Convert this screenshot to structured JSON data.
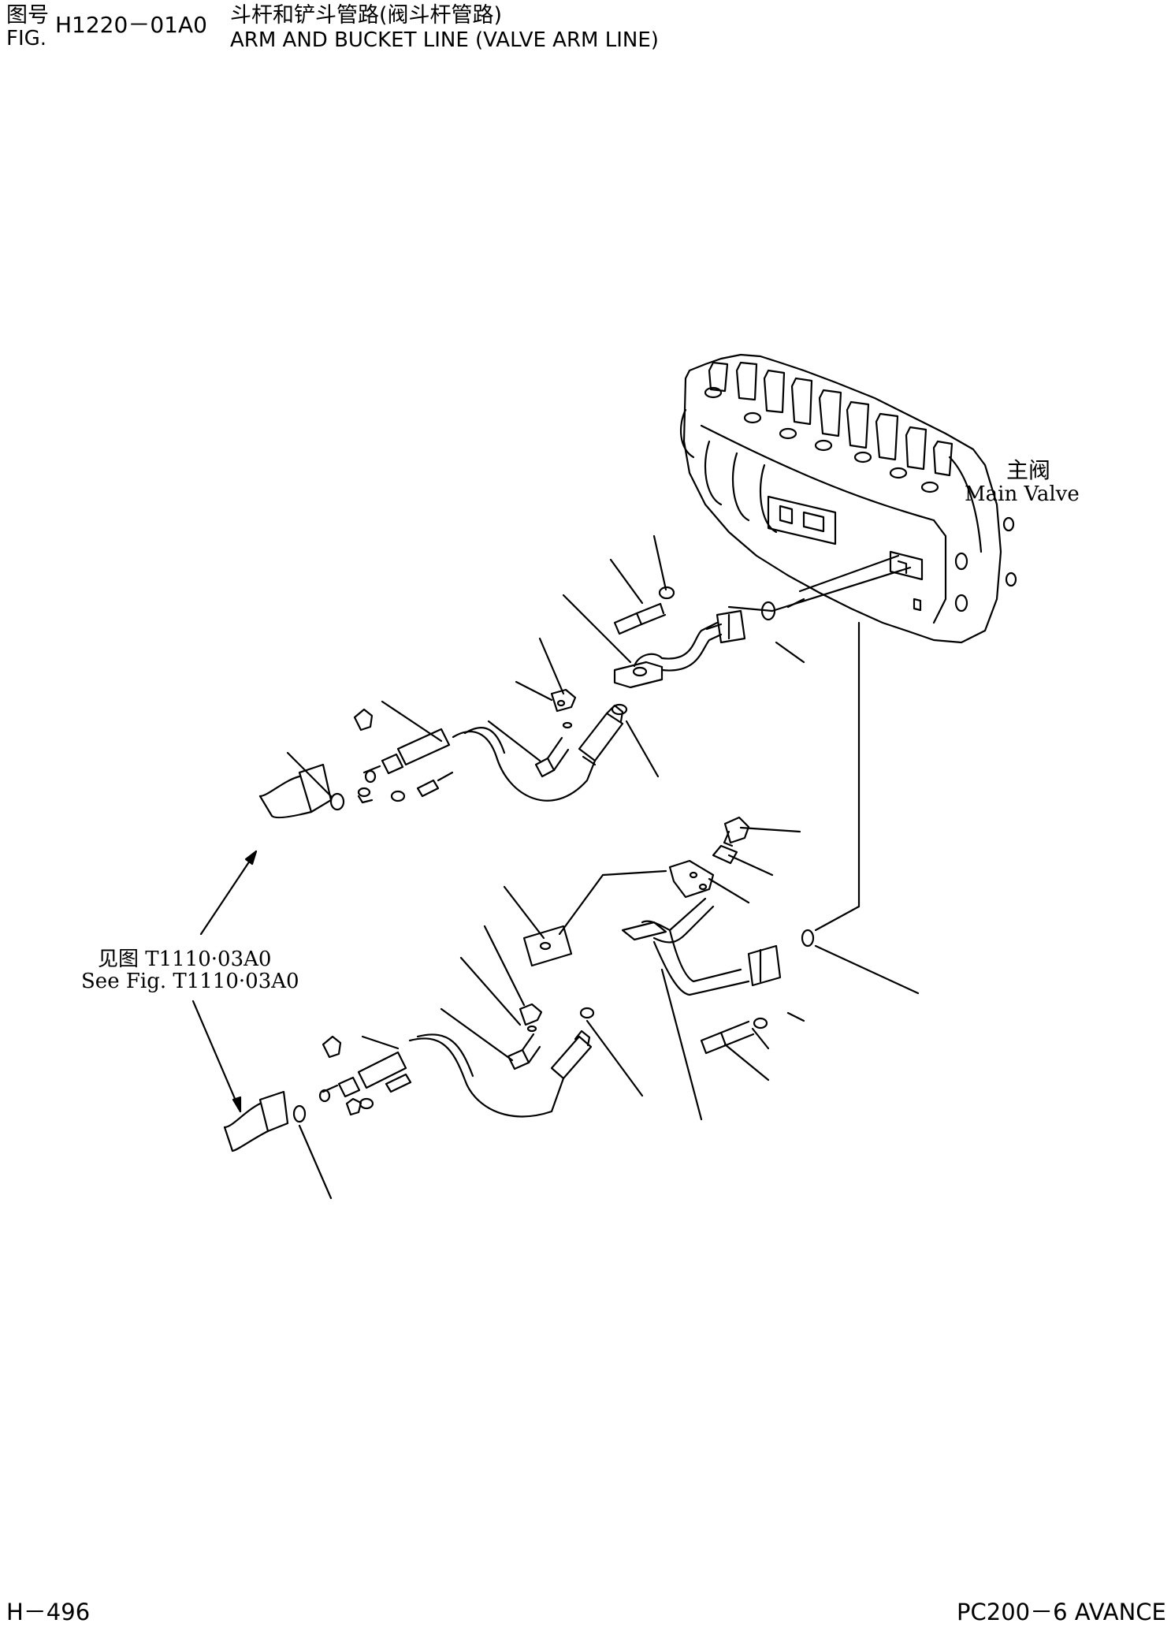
{
  "header": {
    "fig_cn": "图号",
    "fig_en": "FIG.",
    "fig_number": "H1220－01A0",
    "title_cn": "斗杆和铲斗管路(阀斗杆管路)",
    "title_en": "ARM AND BUCKET LINE (VALVE ARM LINE)"
  },
  "labels": {
    "main_valve_cn": "主阀",
    "main_valve_en": "Main Valve",
    "see_fig_cn": "见图 T1110·03A0",
    "see_fig_en": "See Fig. T1110·03A0"
  },
  "footer": {
    "page": "H－496",
    "model": "PC200－6 AVANCE"
  }
}
